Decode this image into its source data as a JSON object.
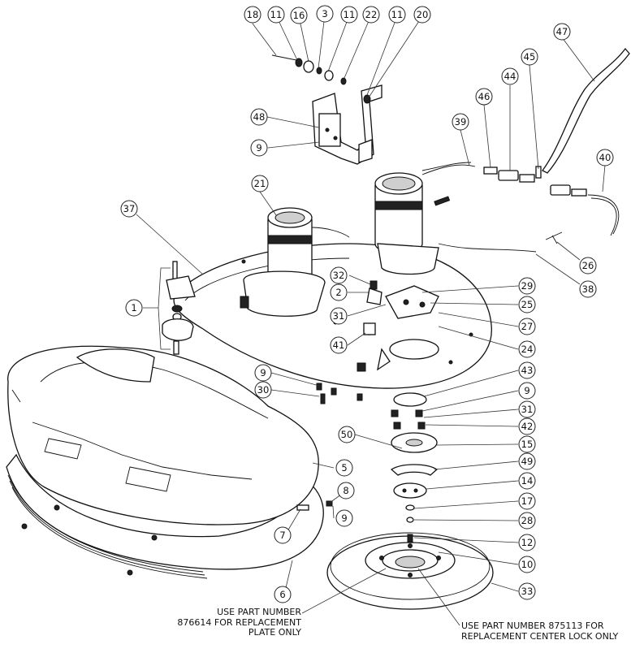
{
  "callouts": [
    {
      "id": "c18",
      "label": "18"
    },
    {
      "id": "c11a",
      "label": "11"
    },
    {
      "id": "c16",
      "label": "16"
    },
    {
      "id": "c3",
      "label": "3"
    },
    {
      "id": "c11b",
      "label": "11"
    },
    {
      "id": "c22",
      "label": "22"
    },
    {
      "id": "c11c",
      "label": "11"
    },
    {
      "id": "c20",
      "label": "20"
    },
    {
      "id": "c47",
      "label": "47"
    },
    {
      "id": "c45",
      "label": "45"
    },
    {
      "id": "c44",
      "label": "44"
    },
    {
      "id": "c46",
      "label": "46"
    },
    {
      "id": "c39",
      "label": "39"
    },
    {
      "id": "c40",
      "label": "40"
    },
    {
      "id": "c48",
      "label": "48"
    },
    {
      "id": "c9a",
      "label": "9"
    },
    {
      "id": "c21",
      "label": "21"
    },
    {
      "id": "c37",
      "label": "37"
    },
    {
      "id": "c26",
      "label": "26"
    },
    {
      "id": "c38",
      "label": "38"
    },
    {
      "id": "c32",
      "label": "32"
    },
    {
      "id": "c2",
      "label": "2"
    },
    {
      "id": "c29",
      "label": "29"
    },
    {
      "id": "c1",
      "label": "1"
    },
    {
      "id": "c31a",
      "label": "31"
    },
    {
      "id": "c25",
      "label": "25"
    },
    {
      "id": "c27",
      "label": "27"
    },
    {
      "id": "c41",
      "label": "41"
    },
    {
      "id": "c24",
      "label": "24"
    },
    {
      "id": "c9b",
      "label": "9"
    },
    {
      "id": "c43",
      "label": "43"
    },
    {
      "id": "c30",
      "label": "30"
    },
    {
      "id": "c9c",
      "label": "9"
    },
    {
      "id": "c31b",
      "label": "31"
    },
    {
      "id": "c42",
      "label": "42"
    },
    {
      "id": "c50",
      "label": "50"
    },
    {
      "id": "c15",
      "label": "15"
    },
    {
      "id": "c49",
      "label": "49"
    },
    {
      "id": "c5",
      "label": "5"
    },
    {
      "id": "c14",
      "label": "14"
    },
    {
      "id": "c8",
      "label": "8"
    },
    {
      "id": "c17",
      "label": "17"
    },
    {
      "id": "c9d",
      "label": "9"
    },
    {
      "id": "c28",
      "label": "28"
    },
    {
      "id": "c7",
      "label": "7"
    },
    {
      "id": "c12",
      "label": "12"
    },
    {
      "id": "c10",
      "label": "10"
    },
    {
      "id": "c6",
      "label": "6"
    },
    {
      "id": "c33",
      "label": "33"
    }
  ],
  "notes": {
    "plate": "USE PART NUMBER\n876614 FOR REPLACEMENT\nPLATE ONLY",
    "center_lock": "USE PART NUMBER 875113 FOR\nREPLACEMENT CENTER LOCK ONLY"
  }
}
